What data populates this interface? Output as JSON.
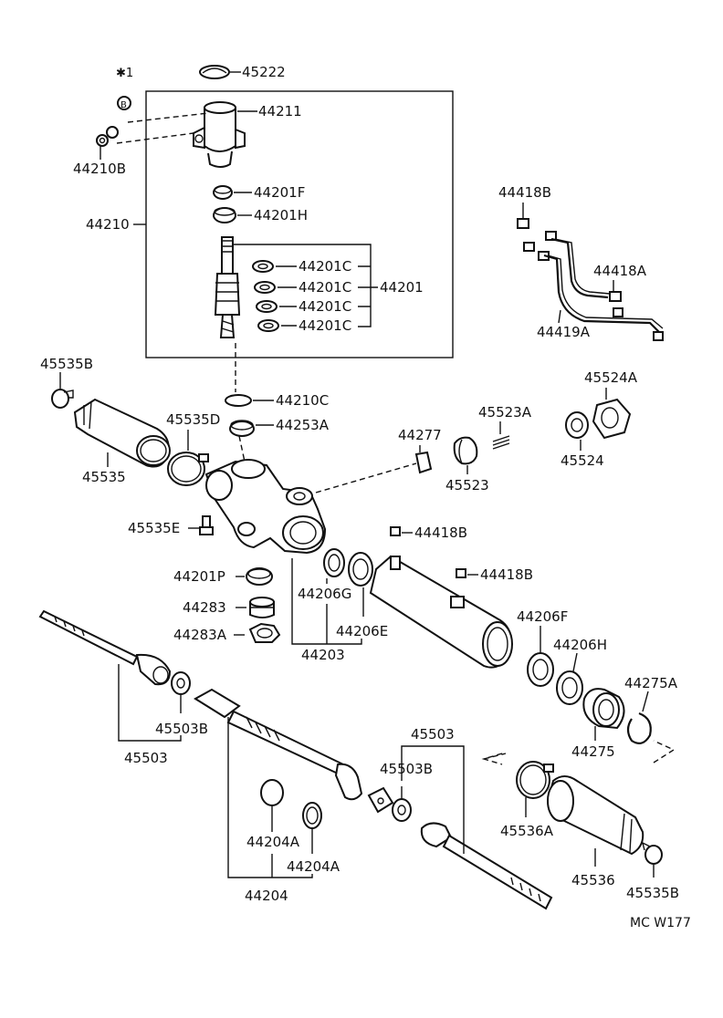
{
  "diagram": {
    "labels": {
      "note_mark": "✱1",
      "p45222": "45222",
      "p44211": "44211",
      "p44210B": "44210B",
      "p44201F": "44201F",
      "p44201H": "44201H",
      "p44210": "44210",
      "p44201C_1": "44201C",
      "p44201C_2": "44201C",
      "p44201C_3": "44201C",
      "p44201C_4": "44201C",
      "p44201": "44201",
      "p44418B_top": "44418B",
      "p44418A": "44418A",
      "p44419A": "44419A",
      "p45535B_left": "45535B",
      "p44210C": "44210C",
      "p44253A": "44253A",
      "p45535D": "45535D",
      "p45535": "45535",
      "p44277": "44277",
      "p45523A": "45523A",
      "p45523": "45523",
      "p45524A": "45524A",
      "p45524": "45524",
      "p45535E": "45535E",
      "p44418B_mid": "44418B",
      "p44418B_low": "44418B",
      "p44201P": "44201P",
      "p44283": "44283",
      "p44283A": "44283A",
      "p44206G": "44206G",
      "p44206E": "44206E",
      "p44203": "44203",
      "p44206F": "44206F",
      "p44206H": "44206H",
      "p44275A": "44275A",
      "p44275": "44275",
      "p45503B_left": "45503B",
      "p45503_left": "45503",
      "p45503_right": "45503",
      "p45503B_right": "45503B",
      "p44204A_1": "44204A",
      "p44204A_2": "44204A",
      "p44204": "44204",
      "p45536A": "45536A",
      "p45536": "45536",
      "p45535B_right": "45535B",
      "code": "MC W177"
    }
  }
}
